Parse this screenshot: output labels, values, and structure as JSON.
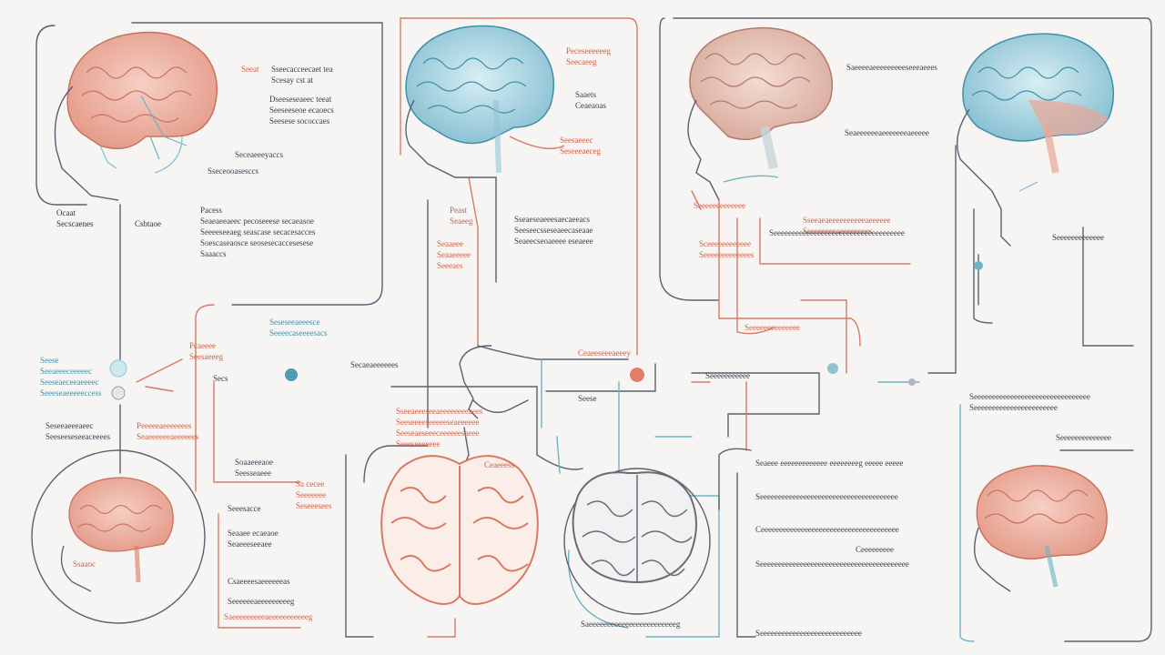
{
  "palette": {
    "background": "#f7f5f3",
    "line_gray": "#5b6070",
    "line_red": "#d87a62",
    "line_teal": "#6db3c4",
    "brain_pink": "#e9a596",
    "brain_blue": "#8fc4d6",
    "brain_gray": "#9a9aa0"
  },
  "icons": [
    "brain-illustration",
    "head-profile",
    "node-dot",
    "brain-top-view"
  ],
  "labels": {
    "a1": "Seeat",
    "a2": "Sseecacceecaet tea\nScesay cst at",
    "a3": "Dseeseseaeec teeat\nSeeseeseoe ecaoecs\nSeesese sococcaes",
    "a4": "Seceaeeeyaccs",
    "a5": "Sseceooasesccs",
    "a6": "Ocaat\nSecscaenes",
    "a7": "Csbtaoe",
    "a8": "Pacess\nSeaeaeeaeec pecoseeese secaeasoe\nSeeeeseeaeg seascase secacesacces\nSoescaseaosce seosesecaccesesese\nSaaaccs",
    "b1": "Peceseeeeeeg\nSeecaeeg",
    "b2": "Saaets\nCeaeaoas",
    "b3": "Seesaeeec\nSeseeeaeceg",
    "b4": "Peast\nSeaeeg",
    "b5": "Seaaeee\nSeaaeeeee\nSeeeaes",
    "b6": "Sseaeseaeeesaecaeeacs\nSeeseecsseseaeecaseaae\nSeaeecseoaeeee eseaeee",
    "c1": "Seseseeaeeesce\nSeeeecaseeeesacs",
    "c2": "Seese\nSeeaeeeceeeeec\nSeeseaeceeaeeeec\nSeeeseaeeeeeccess",
    "c3": "Secs",
    "c4": "Seseeaeeeaeec\nSeeseeseseeaceeees",
    "c5": "Peeeeeaeeeeeees\nSeaeeeeeeaeeeeees",
    "c6": "Pcaeeee\nSeesaeeeg",
    "d1": "Secaeaeeeeees",
    "d2": "Seese",
    "d3": "Sseeaeeeseeaeeeeeeeeaees\nSeeseeeeseeeeeseaeeeeee\nSeeseaeseeeceeeeeesaeee\nSeeeseeeeeee",
    "d4": "Ceaeeseeeaeeey",
    "e1": "Soaaeeeaoe\nSeesseaeee",
    "e2": "Sa cecee\nSeeeeeee\nSeseeesees",
    "e3": "Seeesacce",
    "e4": "Ssaaoc",
    "e5": "Seaaee ecaeaoe\nSeaeeeseeaee",
    "e6": "Csaeeeesaeeeeeeas",
    "e7": "Seeeeeeaeeeeeeeeeg",
    "e8": "Saeeeeeeeeeaeeeeeeeeeeeg",
    "e9": "Ceaeeess",
    "e10": "Saeeeeeeeeeeeeeeeeeeeeeeeeg",
    "f1": "Saeeeeaeeeeeeeeeseeeaeees",
    "f2": "Seaeeeeeeaeeeeeeeaeeeee",
    "f3": "Sseeaeaeeeeeeeeeeaeeeeee\nSeeeeeeeeaeeeeeeees",
    "f4": "Seeeeeeeeeeeeeeeeeeeeeeeeeeeeeeeeeeee",
    "f5": "Seaeee eeeeeeeeeeeee eeeeeeeeg eeeee eeeee",
    "f6": "Seeeeeeeeeeeeeeeeeeeeeeeeeeeeeeeeeeeeee",
    "f7": "Ceeeeeeeeeeeeeeeeeeeeeeeeeeeeeeeeeeeeee",
    "f8": "Seeeeeeeeeeeeeeeeeeeeeeeeeeeeeeeeeeeeeeeee",
    "f9": "Ceeeeeeeee",
    "f10": "Seeeeeeeeeeeeeeeeeeeeeeeeeeee",
    "g1": "Sceeeeeeeeeeee\nSeeeeeeeeeeeees",
    "g2": "Seeeeeeeeeeeee",
    "g3": "Seeeeeeeeeeeee",
    "g4": "Seeeeeeeeeeeeeeeeeeeeeeeeeeeeeeee\nSeeeeeeeeeeeeeeeeeeeeeee",
    "g5": "Seeeeeeeeeeeeee",
    "g6": "Seeeeeeeeeeeeee",
    "g7": "Seeeeeeeeeee"
  }
}
